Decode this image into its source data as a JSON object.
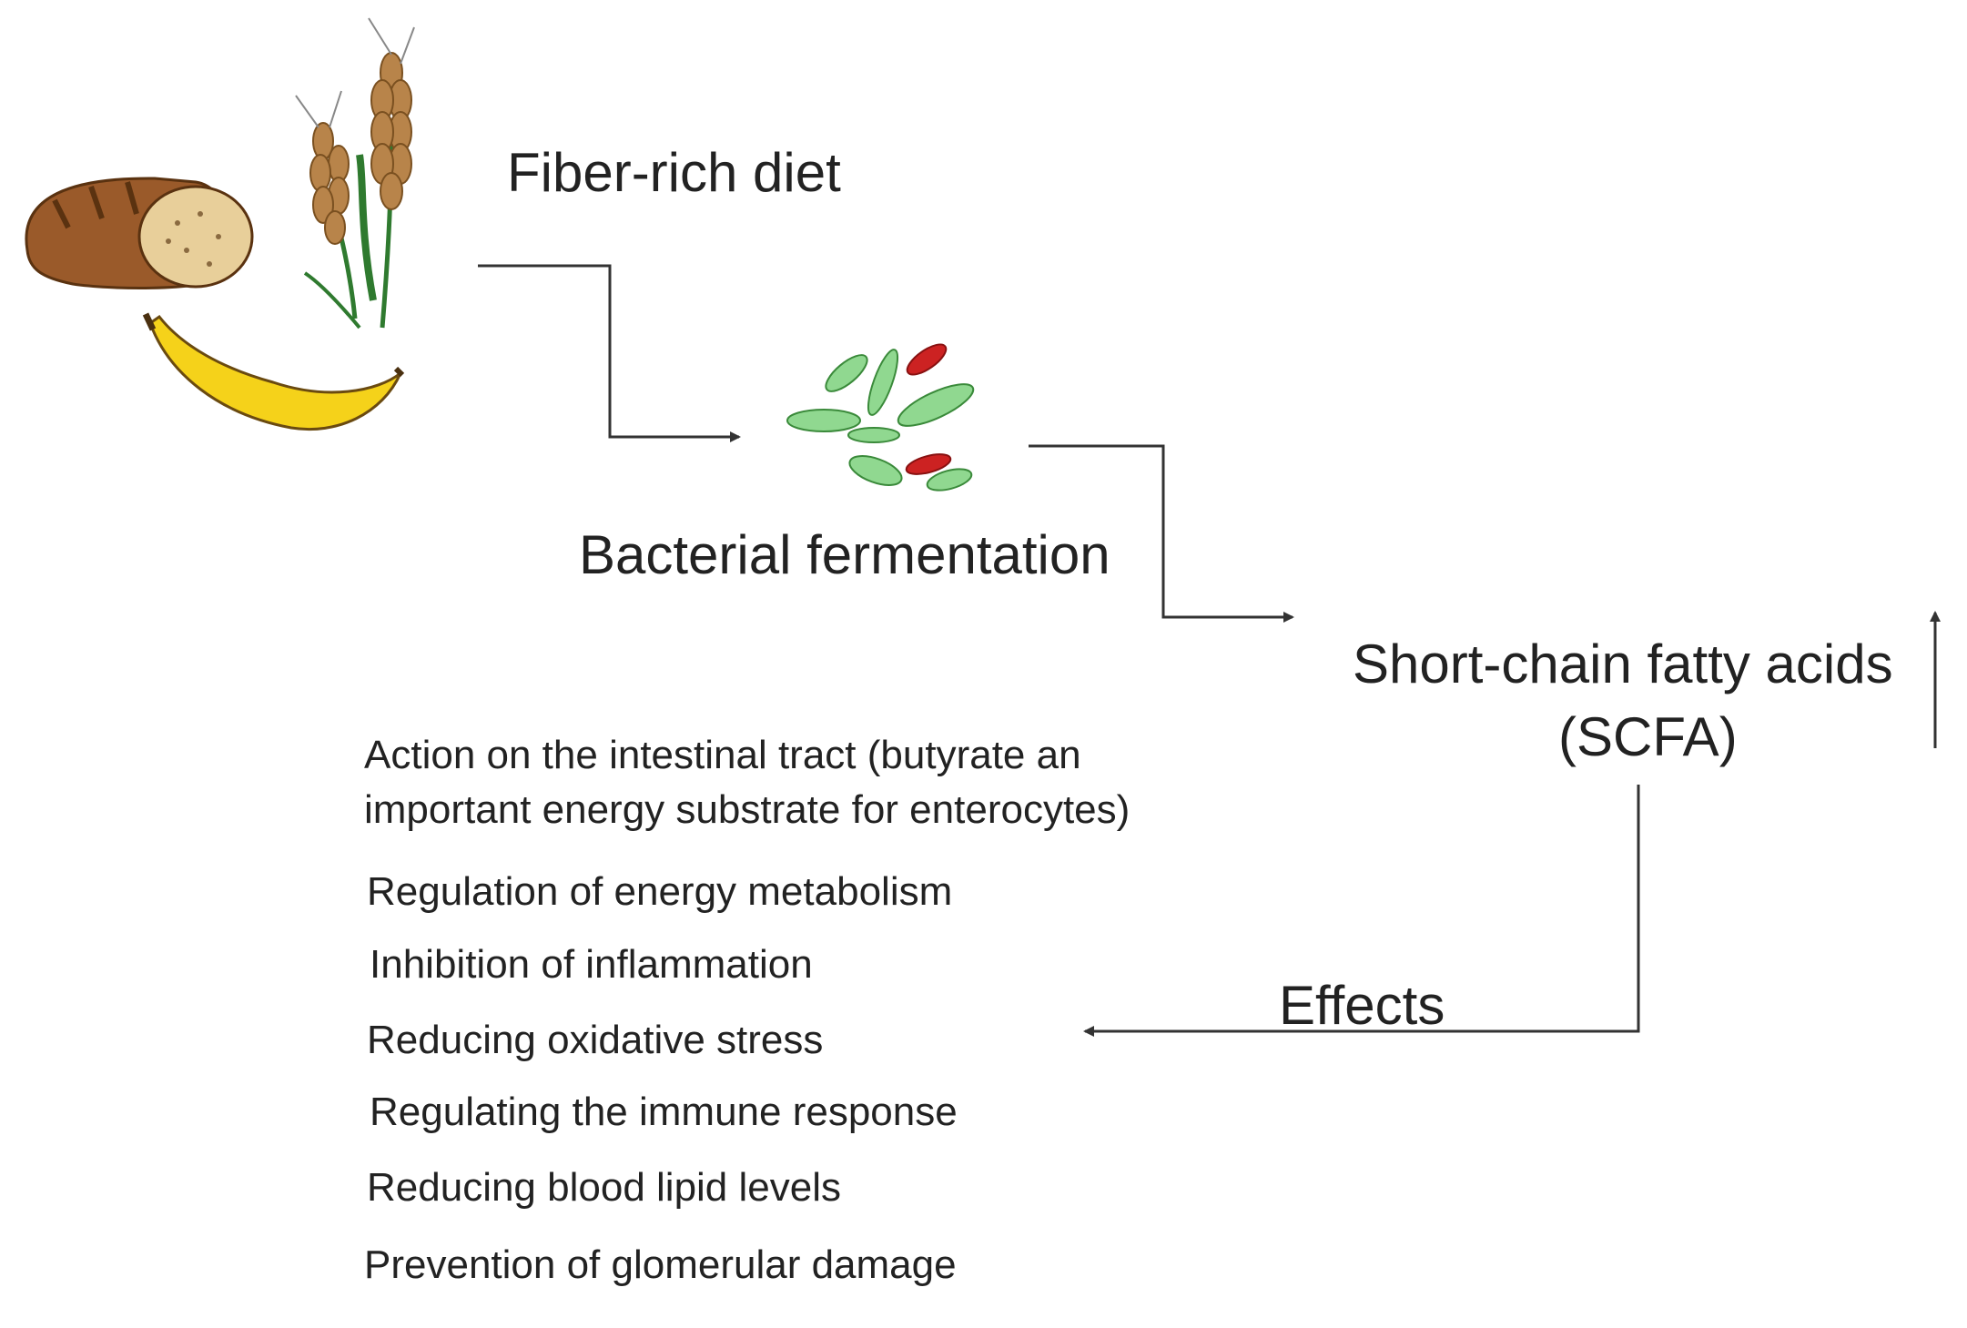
{
  "diagram": {
    "input": {
      "label": "Fiber-rich diet",
      "icons": [
        "bread-icon",
        "wheat-icon",
        "banana-icon"
      ]
    },
    "process": {
      "label": "Bacterial fermentation",
      "icons": [
        "bacteria-icon"
      ]
    },
    "product": {
      "line1": "Short-chain fatty acids",
      "line2": "(SCFA)",
      "trend_icon": "up-arrow-icon"
    },
    "effects_label": "Effects",
    "effects": [
      "Action on the intestinal tract (butyrate an important energy substrate for enterocytes)",
      "Regulation of energy metabolism",
      "Inhibition of inflammation",
      "Reducing oxidative stress",
      "Regulating the immune response",
      "Reducing blood lipid levels",
      "Prevention of glomerular damage"
    ],
    "colors": {
      "text": "#222222",
      "arrow": "#333333",
      "bacteria_green": "#90d890",
      "bacteria_red": "#cc2222",
      "banana": "#f5d21a",
      "bread": "#9a5a2a",
      "wheat": "#b8844a",
      "stem": "#2f7a2f"
    }
  }
}
